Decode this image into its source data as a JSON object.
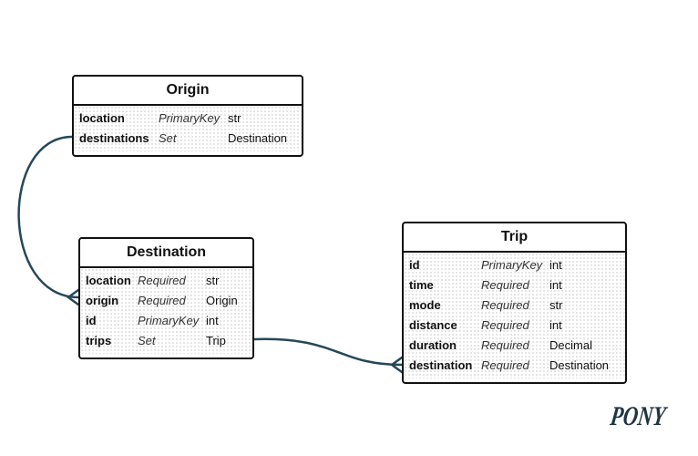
{
  "colors": {
    "connector": "#24485a",
    "border": "#111111",
    "logo": "#1e3442"
  },
  "entities": {
    "origin": {
      "name": "Origin",
      "attributes": [
        {
          "name": "location",
          "kind": "PrimaryKey",
          "type": "str"
        },
        {
          "name": "destinations",
          "kind": "Set",
          "type": "Destination"
        }
      ]
    },
    "destination": {
      "name": "Destination",
      "attributes": [
        {
          "name": "location",
          "kind": "Required",
          "type": "str"
        },
        {
          "name": "origin",
          "kind": "Required",
          "type": "Origin"
        },
        {
          "name": "id",
          "kind": "PrimaryKey",
          "type": "int"
        },
        {
          "name": "trips",
          "kind": "Set",
          "type": "Trip"
        }
      ]
    },
    "trip": {
      "name": "Trip",
      "attributes": [
        {
          "name": "id",
          "kind": "PrimaryKey",
          "type": "int"
        },
        {
          "name": "time",
          "kind": "Required",
          "type": "int"
        },
        {
          "name": "mode",
          "kind": "Required",
          "type": "str"
        },
        {
          "name": "distance",
          "kind": "Required",
          "type": "int"
        },
        {
          "name": "duration",
          "kind": "Required",
          "type": "Decimal"
        },
        {
          "name": "destination",
          "kind": "Required",
          "type": "Destination"
        }
      ]
    }
  },
  "relationships": [
    {
      "from": "Origin.destinations",
      "to": "Destination.origin",
      "cardinality": "one-to-many"
    },
    {
      "from": "Destination.trips",
      "to": "Trip.destination",
      "cardinality": "one-to-many"
    }
  ],
  "logo": {
    "text": "PONY"
  }
}
